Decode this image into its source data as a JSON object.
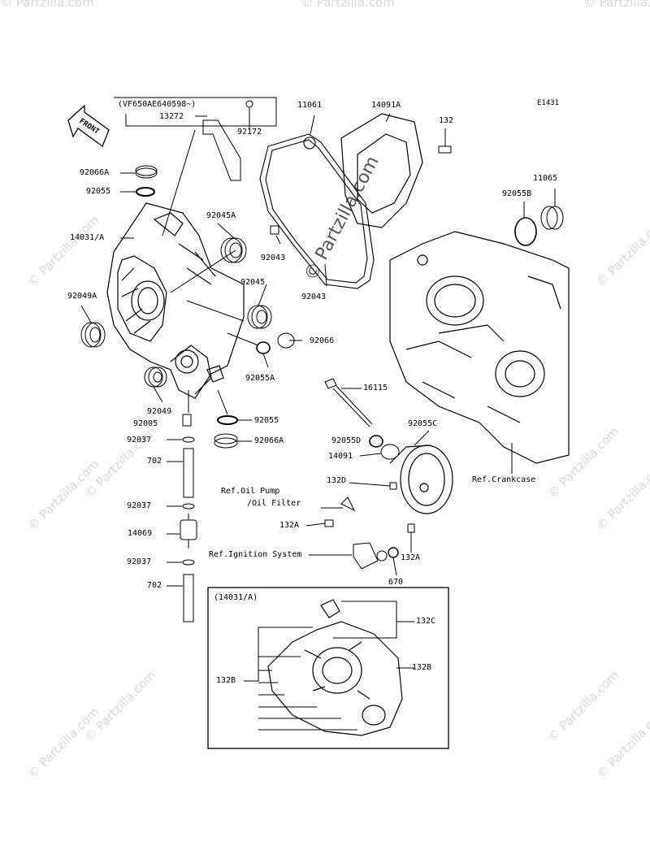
{
  "diagram_code": "E1431",
  "serial_note": "(VF650AE640598~)",
  "front_label": "FRONT",
  "inset_title": "(14031/A)",
  "watermark": "© Partzilla.com",
  "part_labels": {
    "p13272": "13272",
    "p92172": "92172",
    "p11061": "11061",
    "p14091A": "14091A",
    "p132": "132",
    "p92066A_top": "92066A",
    "p92055_top": "92055",
    "p11065": "11065",
    "p92055B": "92055B",
    "p92045A": "92045A",
    "p14031A": "14031/A",
    "p92043_a": "92043",
    "p92043_b": "92043",
    "p92049A": "92049A",
    "p92045": "92045",
    "p92066": "92066",
    "p92055A": "92055A",
    "p16115": "16115",
    "p92049": "92049",
    "p92005": "92005",
    "p92055_mid": "92055",
    "p92055C": "92055C",
    "p92037_a": "92037",
    "p92066A_mid": "92066A",
    "p92055D": "92055D",
    "p14091": "14091",
    "p702_a": "702",
    "ref_crankcase": "Ref.Crankcase",
    "p132D": "132D",
    "ref_oil_pump": "Ref.Oil Pump",
    "ref_oil_filter": "/Oil Filter",
    "p92037_b": "92037",
    "p132A_a": "132A",
    "p14069": "14069",
    "ref_ignition": "Ref.Ignition System",
    "p132A_b": "132A",
    "p92037_c": "92037",
    "p670": "670",
    "p702_b": "702",
    "p132C": "132C",
    "p132B_right": "132B",
    "p132B_left": "132B"
  }
}
